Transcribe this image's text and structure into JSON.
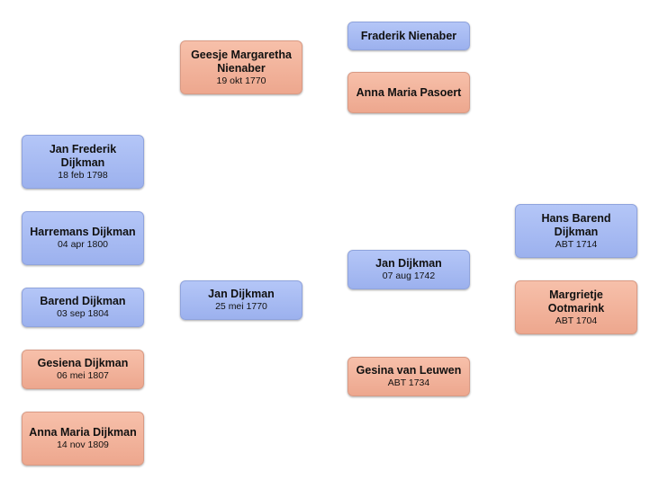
{
  "people": {
    "jan_frederik_dijkman": {
      "name": "Jan Frederik Dijkman",
      "date": "18 feb 1798"
    },
    "harremans_dijkman": {
      "name": "Harremans Dijkman",
      "date": "04 apr 1800"
    },
    "barend_dijkman": {
      "name": "Barend Dijkman",
      "date": "03 sep 1804"
    },
    "gesiena_dijkman": {
      "name": "Gesiena Dijkman",
      "date": "06 mei 1807"
    },
    "anna_maria_dijkman": {
      "name": "Anna Maria Dijkman",
      "date": "14 nov 1809"
    },
    "geesje_margaretha_nienaber": {
      "name": "Geesje Margaretha Nienaber",
      "date": "19 okt 1770"
    },
    "jan_dijkman_1770": {
      "name": "Jan Dijkman",
      "date": "25 mei 1770"
    },
    "fraderik_nienaber": {
      "name": "Fraderik Nienaber",
      "date": ""
    },
    "anna_maria_pasoert": {
      "name": "Anna Maria Pasoert",
      "date": ""
    },
    "jan_dijkman_1742": {
      "name": "Jan Dijkman",
      "date": "07 aug 1742"
    },
    "gesina_van_leuwen": {
      "name": "Gesina van Leuwen",
      "date": "ABT 1734"
    },
    "hans_barend_dijkman": {
      "name": "Hans Barend Dijkman",
      "date": "ABT 1714"
    },
    "margrietje_ootmarink": {
      "name": "Margrietje Ootmarink",
      "date": "ABT 1704"
    }
  },
  "colors": {
    "male": "#a8bcf3",
    "female": "#f2b39b"
  }
}
